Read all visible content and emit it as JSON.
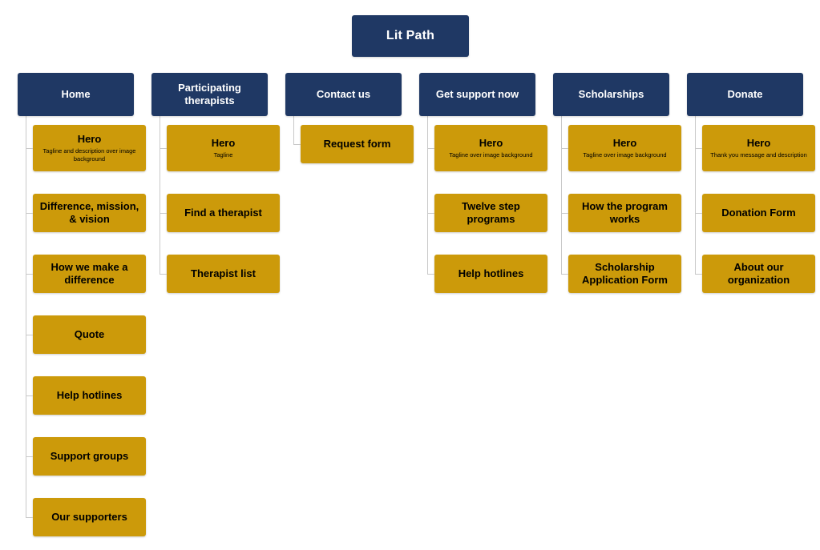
{
  "title": "Lit Path",
  "colors": {
    "header": "#1F3864",
    "node": "#CC9A0A",
    "connector": "#C9C9C9",
    "background": "#FFFFFF",
    "header_text": "#FFFFFF",
    "node_text": "#000000"
  },
  "chart_data": {
    "type": "diagram",
    "diagram_type": "sitemap",
    "title": "Lit Path",
    "columns": 6,
    "root": "Lit Path",
    "sections": [
      {
        "label": "Home",
        "children": [
          {
            "title": "Hero",
            "subtitle": "Tagline and description over image background"
          },
          {
            "title": "Difference, mission, & vision",
            "subtitle": ""
          },
          {
            "title": "How we make a difference",
            "subtitle": ""
          },
          {
            "title": "Quote",
            "subtitle": ""
          },
          {
            "title": "Help hotlines",
            "subtitle": ""
          },
          {
            "title": "Support groups",
            "subtitle": ""
          },
          {
            "title": "Our supporters",
            "subtitle": ""
          }
        ]
      },
      {
        "label": "Participating therapists",
        "children": [
          {
            "title": "Hero",
            "subtitle": "Tagline"
          },
          {
            "title": "Find a therapist",
            "subtitle": ""
          },
          {
            "title": "Therapist list",
            "subtitle": ""
          }
        ]
      },
      {
        "label": "Contact us",
        "children": [
          {
            "title": "Request form",
            "subtitle": ""
          }
        ]
      },
      {
        "label": "Get support now",
        "children": [
          {
            "title": "Hero",
            "subtitle": "Tagline over image background"
          },
          {
            "title": "Twelve step programs",
            "subtitle": ""
          },
          {
            "title": "Help hotlines",
            "subtitle": ""
          }
        ]
      },
      {
        "label": "Scholarships",
        "children": [
          {
            "title": "Hero",
            "subtitle": "Tagline over image background"
          },
          {
            "title": "How the program works",
            "subtitle": ""
          },
          {
            "title": "Scholarship Application Form",
            "subtitle": ""
          }
        ]
      },
      {
        "label": "Donate",
        "children": [
          {
            "title": "Hero",
            "subtitle": "Thank you message and description"
          },
          {
            "title": "Donation Form",
            "subtitle": ""
          },
          {
            "title": "About our organization",
            "subtitle": ""
          }
        ]
      }
    ]
  }
}
